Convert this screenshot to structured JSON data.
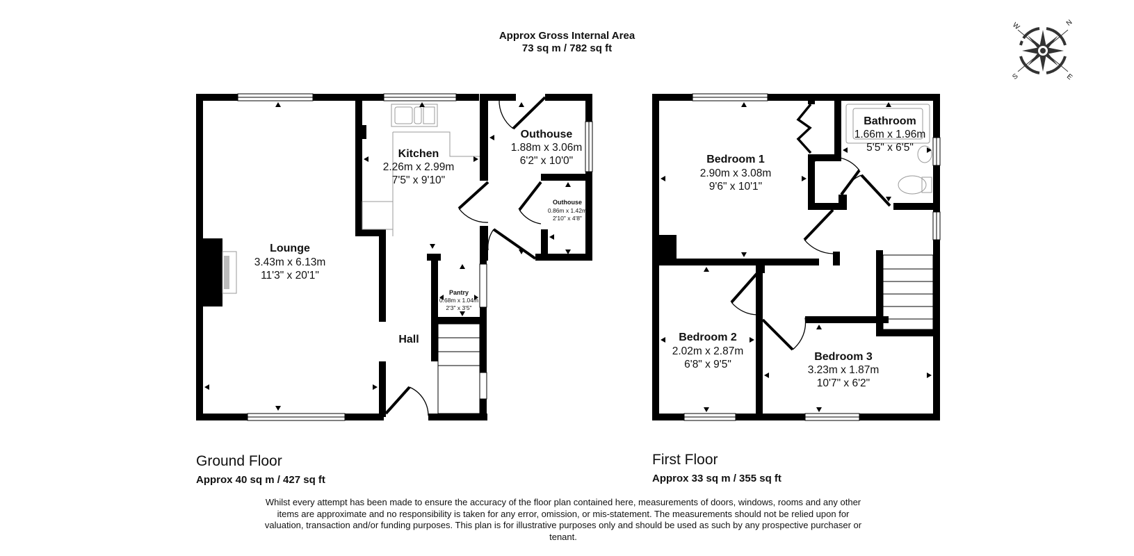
{
  "header": {
    "title_line1": "Approx Gross Internal Area",
    "title_line2": "73 sq m / 782 sq ft"
  },
  "compass": {
    "icon": "compass-rose-icon",
    "labels": [
      "W",
      "N",
      "S",
      "E"
    ]
  },
  "ground_floor": {
    "label": "Ground Floor",
    "area": "Approx 40 sq m / 427 sq ft",
    "rooms": [
      {
        "name": "Lounge",
        "metric": "3.43m x 6.13m",
        "imperial": "11'3\" x 20'1\""
      },
      {
        "name": "Kitchen",
        "metric": "2.26m x 2.99m",
        "imperial": "7'5\" x 9'10\""
      },
      {
        "name": "Outhouse",
        "metric": "1.88m x 3.06m",
        "imperial": "6'2\" x 10'0\""
      },
      {
        "name": "Outhouse",
        "metric": "0.86m x 1.42m",
        "imperial": "2'10\" x 4'8\""
      },
      {
        "name": "Pantry",
        "metric": "0.68m x 1.04m",
        "imperial": "2'3\" x 3'5\""
      },
      {
        "name": "Hall"
      }
    ]
  },
  "first_floor": {
    "label": "First Floor",
    "area": "Approx 33 sq m / 355 sq ft",
    "rooms": [
      {
        "name": "Bedroom 1",
        "metric": "2.90m x 3.08m",
        "imperial": "9'6\" x 10'1\""
      },
      {
        "name": "Bathroom",
        "metric": "1.66m x 1.96m",
        "imperial": "5'5\" x 6'5\""
      },
      {
        "name": "Bedroom 2",
        "metric": "2.02m x 2.87m",
        "imperial": "6'8\" x 9'5\""
      },
      {
        "name": "Bedroom 3",
        "metric": "3.23m x 1.87m",
        "imperial": "10'7\" x 6'2\""
      }
    ]
  },
  "disclaimer": "Whilst every attempt has been made to ensure the accuracy of the floor plan contained here, measurements of doors, windows, rooms and any other items are approximate and no responsibility is taken for any error, omission, or mis-statement. The measurements should not be relied upon for valuation, transaction and/or funding purposes. This plan is for illustrative purposes only and should be used as such by any prospective purchaser or tenant."
}
